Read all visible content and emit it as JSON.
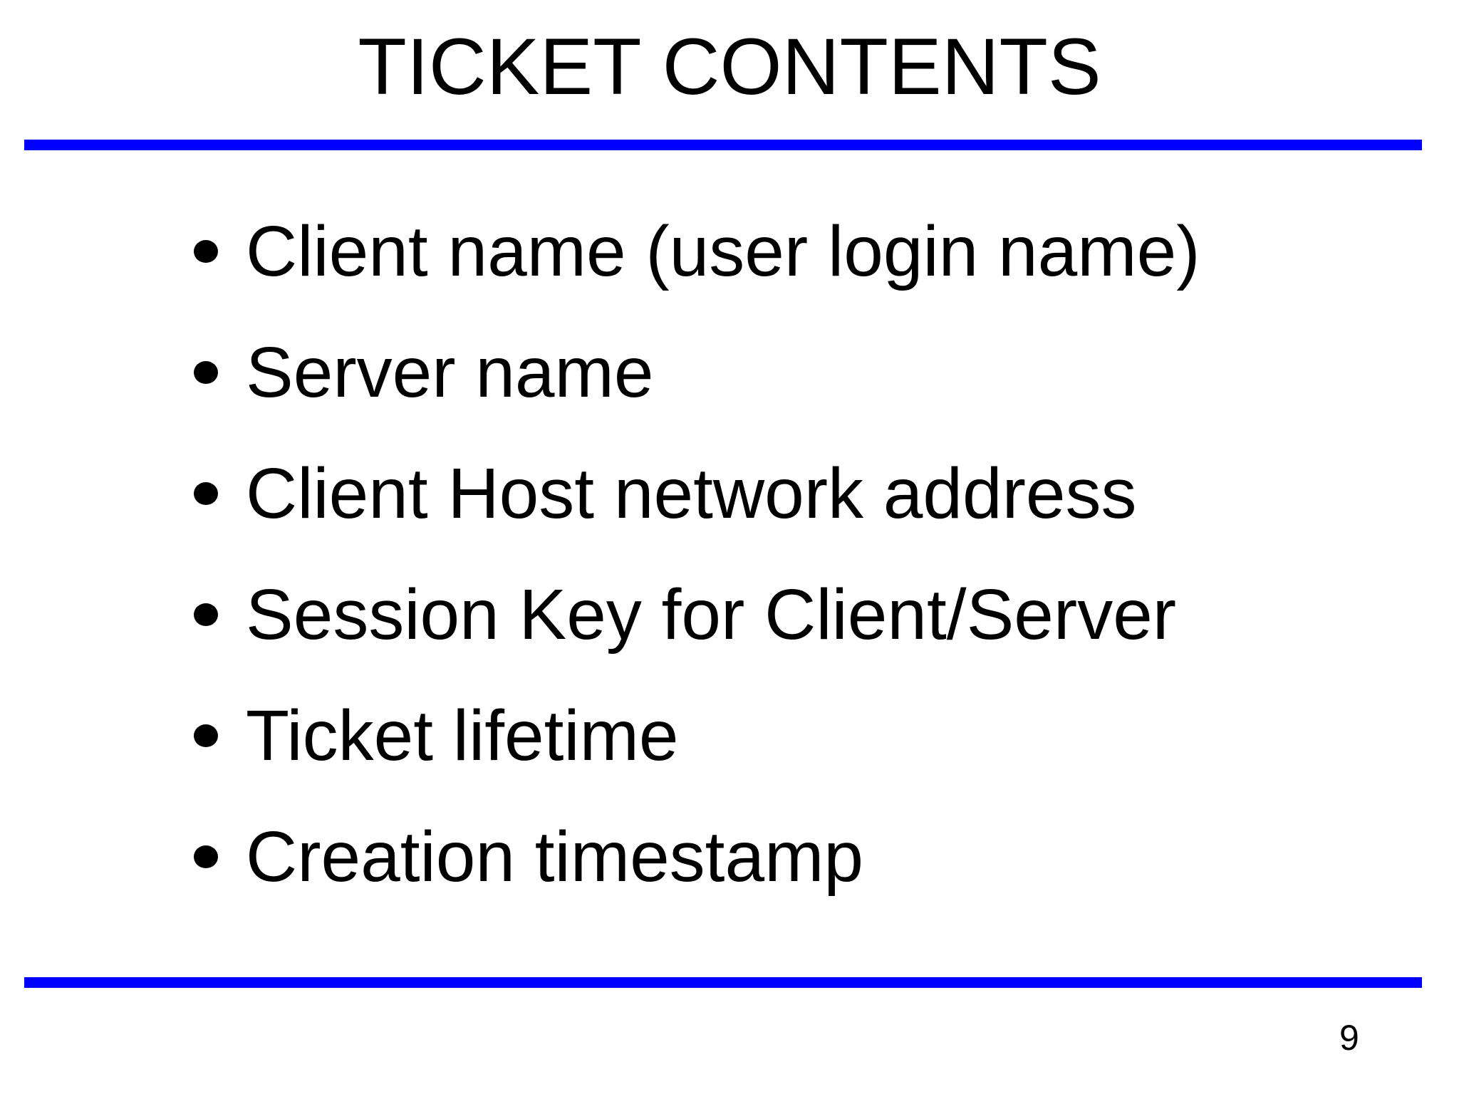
{
  "slide": {
    "title": "TICKET CONTENTS",
    "page_number": "9",
    "background_color": "#ffffff",
    "text_color": "#000000",
    "rule_color": "#0000ff",
    "bullet_glyph": "round-bullet",
    "bullets": [
      {
        "label": "Client name (user login name)"
      },
      {
        "label": "Server name"
      },
      {
        "label": "Client Host network address"
      },
      {
        "label": "Session Key for Client/Server"
      },
      {
        "label": "Ticket lifetime"
      },
      {
        "label": "Creation timestamp"
      }
    ]
  }
}
